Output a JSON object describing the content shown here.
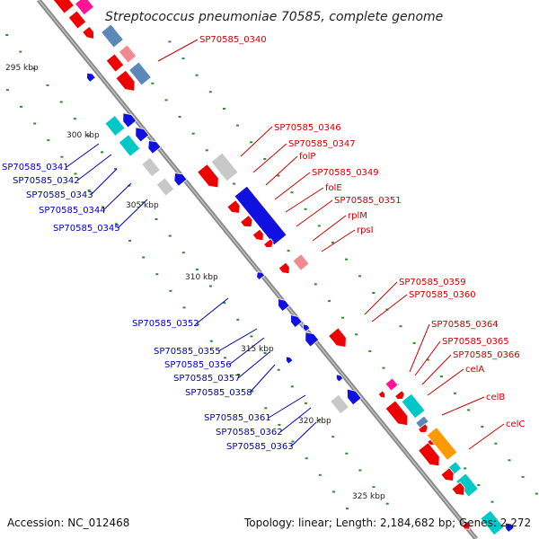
{
  "title": "Streptococcus pneumoniae 70585, complete genome",
  "footer": {
    "accession": "Accession: NC_012468",
    "summary": "Topology: linear; Length: 2,184,682 bp; Genes: 2,272"
  },
  "ticks": [
    "295 kbp",
    "300 kbp",
    "305 kbp",
    "310 kbp",
    "315 kbp",
    "320 kbp",
    "325 kbp"
  ],
  "labels_forward": [
    "SP70585_0340",
    "SP70585_0346",
    "SP70585_0347",
    "folP",
    "SP70585_0349",
    "folE",
    "SP70585_0351",
    "rplM",
    "rpsI",
    "SP70585_0359",
    "SP70585_0360",
    "SP70585_0364",
    "SP70585_0365",
    "SP70585_0366",
    "celA",
    "celB",
    "celC"
  ],
  "labels_reverse": [
    "SP70585_0341",
    "SP70585_0342",
    "SP70585_0343",
    "SP70585_0344",
    "SP70585_0345",
    "SP70585_0352",
    "SP70585_0355",
    "SP70585_0356",
    "SP70585_0357",
    "SP70585_0358",
    "SP70585_0361",
    "SP70585_0362",
    "SP70585_0363"
  ],
  "colors": {
    "forward_label": "#cc0000",
    "reverse_label": "#0000bb",
    "backbone": "#888888",
    "dots": "#2e8b2e",
    "cds_red": "#ee0000",
    "blue": "#1010e0",
    "cyan": "#00c8c8",
    "grey": "#c8c8c8",
    "pink": "#f08a90",
    "steel": "#5b88b8",
    "orange": "#ff9900",
    "magenta": "#ff1493"
  }
}
